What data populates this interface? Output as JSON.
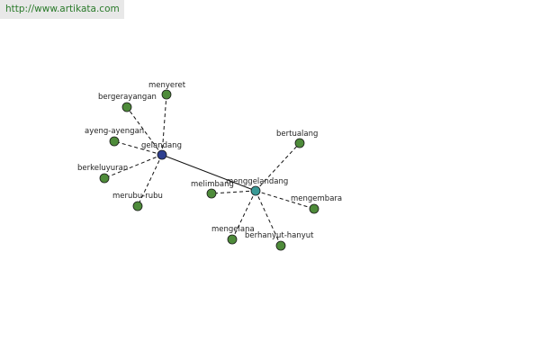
{
  "header": {
    "url": "http://www.artikata.com"
  },
  "graph": {
    "nodes": [
      {
        "id": "gelandang",
        "label": "gelandang",
        "role": "center",
        "color": "#2e3f8f"
      },
      {
        "id": "menggelandang",
        "label": "menggelandang",
        "role": "center",
        "color": "#3a9a96"
      },
      {
        "id": "menyeret",
        "label": "menyeret",
        "role": "leaf",
        "color": "#4e8b3a"
      },
      {
        "id": "bergerayangan",
        "label": "bergerayangan",
        "role": "leaf",
        "color": "#4e8b3a"
      },
      {
        "id": "ayeng-ayengan",
        "label": "ayeng-ayengan",
        "role": "leaf",
        "color": "#4e8b3a"
      },
      {
        "id": "berkeluyuran",
        "label": "berkeluyuran",
        "role": "leaf",
        "color": "#4e8b3a"
      },
      {
        "id": "merubu-rubu",
        "label": "merubu-rubu",
        "role": "leaf",
        "color": "#4e8b3a"
      },
      {
        "id": "bertualang",
        "label": "bertualang",
        "role": "leaf",
        "color": "#4e8b3a"
      },
      {
        "id": "melimbang",
        "label": "melimbang",
        "role": "leaf",
        "color": "#4e8b3a"
      },
      {
        "id": "mengembara",
        "label": "mengembara",
        "role": "leaf",
        "color": "#4e8b3a"
      },
      {
        "id": "mengelana",
        "label": "mengelana",
        "role": "leaf",
        "color": "#4e8b3a"
      },
      {
        "id": "berhanyut-hanyut",
        "label": "berhanyut-hanyut",
        "role": "leaf",
        "color": "#4e8b3a"
      }
    ],
    "edges": [
      {
        "from": "gelandang",
        "to": "menggelandang",
        "style": "solid"
      },
      {
        "from": "gelandang",
        "to": "menyeret",
        "style": "dashed"
      },
      {
        "from": "gelandang",
        "to": "bergerayangan",
        "style": "dashed"
      },
      {
        "from": "gelandang",
        "to": "ayeng-ayengan",
        "style": "dashed"
      },
      {
        "from": "gelandang",
        "to": "berkeluyuran",
        "style": "dashed"
      },
      {
        "from": "gelandang",
        "to": "merubu-rubu",
        "style": "dashed"
      },
      {
        "from": "menggelandang",
        "to": "bertualang",
        "style": "dashed"
      },
      {
        "from": "menggelandang",
        "to": "melimbang",
        "style": "dashed"
      },
      {
        "from": "menggelandang",
        "to": "mengembara",
        "style": "dashed"
      },
      {
        "from": "menggelandang",
        "to": "mengelana",
        "style": "dashed"
      },
      {
        "from": "menggelandang",
        "to": "berhanyut-hanyut",
        "style": "dashed"
      }
    ]
  }
}
